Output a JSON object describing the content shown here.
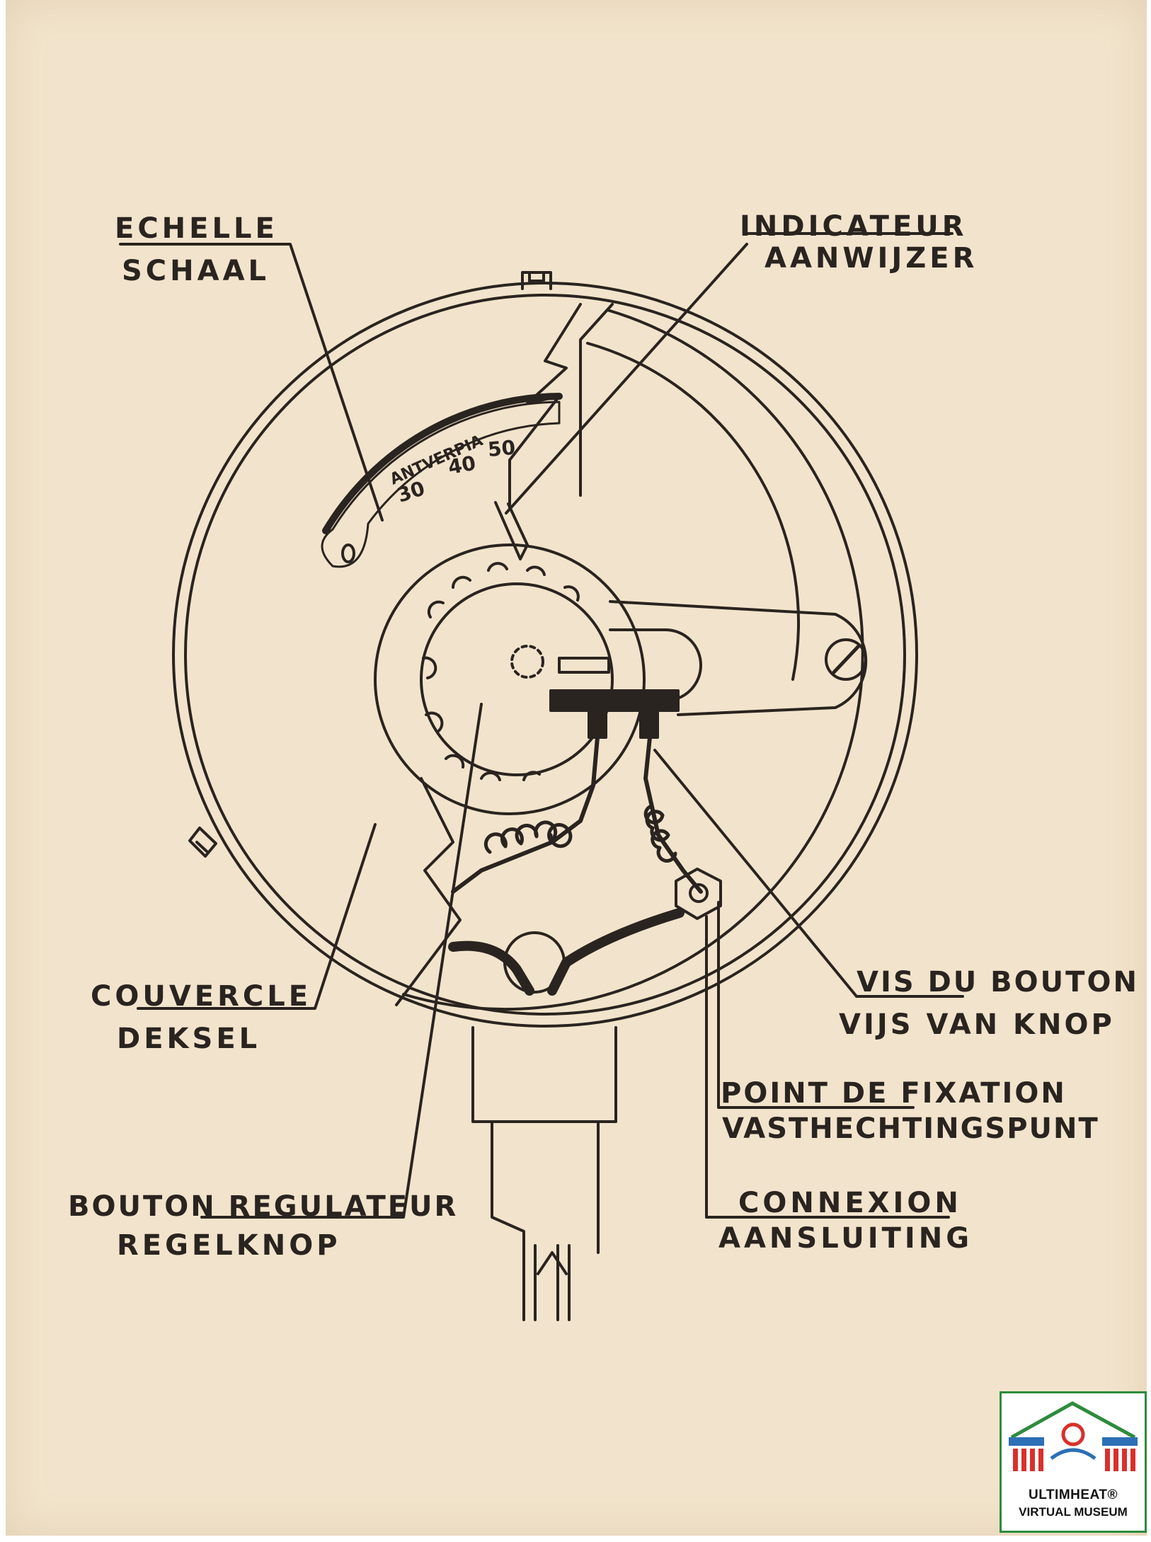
{
  "labels": {
    "echelle_fr": "ECHELLE",
    "echelle_nl": "SCHAAL",
    "indicateur_fr": "INDICATEUR",
    "indicateur_nl": "AANWIJZER",
    "couvercle_fr": "COUVERCLE",
    "couvercle_nl": "DEKSEL",
    "bouton_fr": "BOUTON REGULATEUR",
    "bouton_nl": "REGELKNOP",
    "vis_fr": "VIS DU BOUTON",
    "vis_nl": "VIJS VAN KNOP",
    "point_fr": "POINT DE FIXATION",
    "point_nl": "VASTHECHTINGSPUNT",
    "connexion_fr": "CONNEXION",
    "connexion_nl": "AANSLUITING"
  },
  "scale": {
    "brand": "ANTVERPIA",
    "ticks": [
      "30",
      "40",
      "50"
    ]
  },
  "logo": {
    "line1": "ULTIMHEAT®",
    "line2": "VIRTUAL MUSEUM",
    "frame_color": "#2e8b3c"
  },
  "colors": {
    "paper": "#f2e4cc",
    "ink": "#2a2420"
  }
}
